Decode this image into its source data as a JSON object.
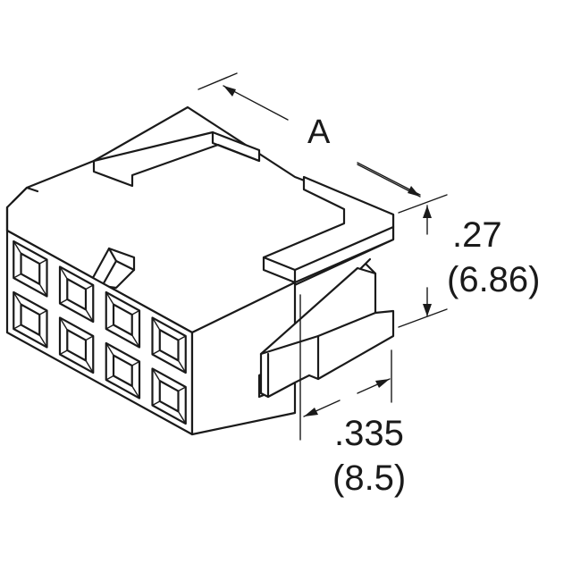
{
  "dimensions": {
    "a_label": "A",
    "height_in": ".27",
    "height_mm": "(6.86)",
    "width_in": ".335",
    "width_mm": "(8.5)"
  },
  "colors": {
    "line": "#1a1a1a",
    "background": "#ffffff"
  }
}
